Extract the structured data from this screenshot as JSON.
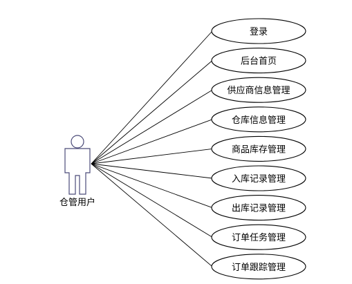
{
  "actor": {
    "label": "仓管用户"
  },
  "use_cases": [
    {
      "label": "登录"
    },
    {
      "label": "后台首页"
    },
    {
      "label": "供应商信息管理"
    },
    {
      "label": "仓库信息管理"
    },
    {
      "label": "商品库存管理"
    },
    {
      "label": "入库记录管理"
    },
    {
      "label": "出库记录管理"
    },
    {
      "label": "订单任务管理"
    },
    {
      "label": "订单跟踪管理"
    }
  ],
  "colors": {
    "actor_stroke": "#4a4a78",
    "line": "#000000"
  }
}
